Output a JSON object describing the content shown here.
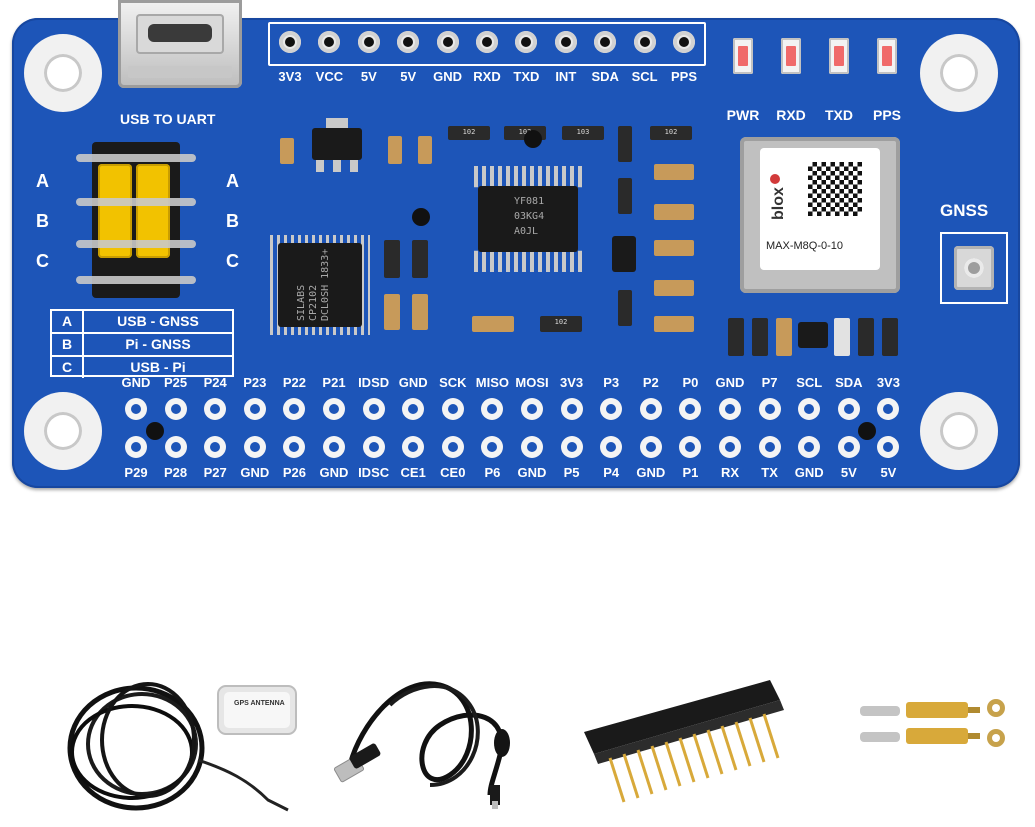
{
  "board": {
    "usb_label": "USB TO UART",
    "antenna_label": "GNSS",
    "top_header_pins": [
      "3V3",
      "VCC",
      "5V",
      "5V",
      "GND",
      "RXD",
      "TXD",
      "INT",
      "SDA",
      "SCL",
      "PPS"
    ],
    "leds": [
      "PWR",
      "RXD",
      "TXD",
      "PPS"
    ],
    "jumper_letters": [
      "A",
      "B",
      "C"
    ],
    "jumper_table": [
      {
        "key": "A",
        "value": "USB - GNSS"
      },
      {
        "key": "B",
        "value": "Pi - GNSS"
      },
      {
        "key": "C",
        "value": "USB - Pi"
      }
    ],
    "gpio_top_labels": [
      "GND",
      "P25",
      "P24",
      "P23",
      "P22",
      "P21",
      "IDSD",
      "GND",
      "SCK",
      "MISO",
      "MOSI",
      "3V3",
      "P3",
      "P2",
      "P0",
      "GND",
      "P7",
      "SCL",
      "SDA",
      "3V3"
    ],
    "gpio_bottom_labels": [
      "P29",
      "P28",
      "P27",
      "GND",
      "P26",
      "GND",
      "IDSC",
      "CE1",
      "CE0",
      "P6",
      "GND",
      "P5",
      "P4",
      "GND",
      "P1",
      "RX",
      "TX",
      "GND",
      "5V",
      "5V"
    ],
    "chips": {
      "usb_bridge": "SILABS CP2102 DCL0SH 1833+",
      "level_shifter": "YF081 03KG4 A0JL",
      "module_brand": "blox",
      "module_model": "MAX-M8Q-0-10"
    }
  },
  "accessories": {
    "antenna_label": "GPS ANTENNA"
  },
  "colors": {
    "pcb": "#1d55b8",
    "silkscreen": "#ffffff",
    "jumper": "#f2c200",
    "gold_pin": "#d8a93a"
  }
}
